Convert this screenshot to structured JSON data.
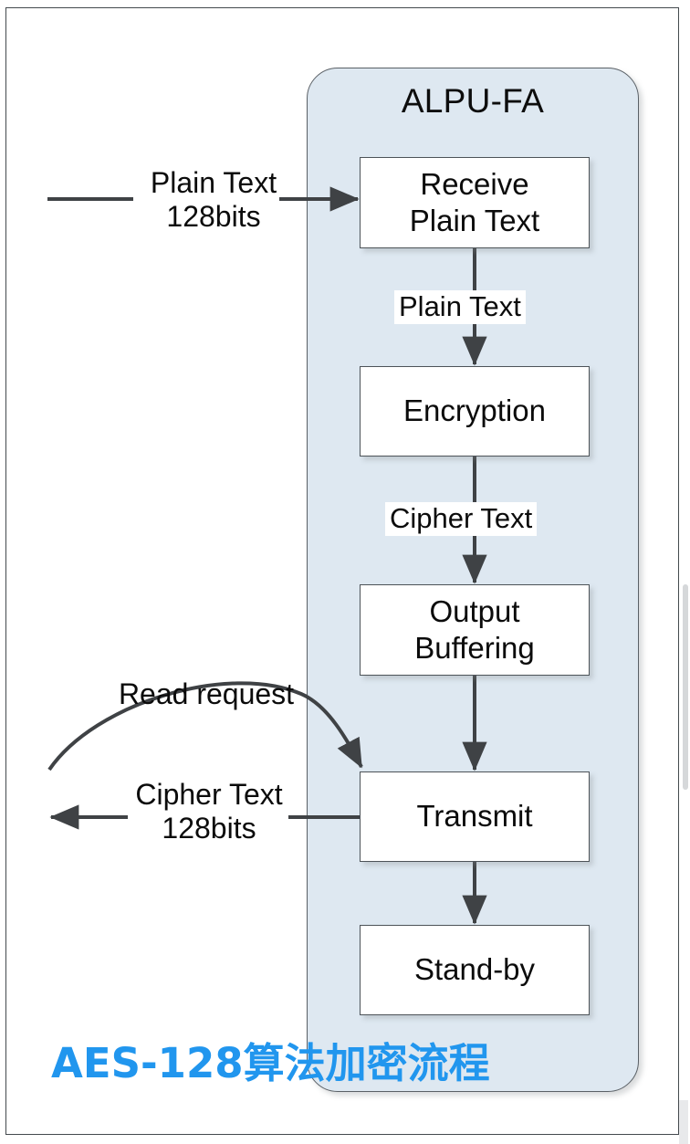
{
  "diagram": {
    "container": {
      "title": "ALPU-FA",
      "fill_color": "#dee8f1",
      "border_color": "#5a6066"
    },
    "caption": {
      "text": "AES-128算法加密流程",
      "color": "#2196ee"
    },
    "boxes": [
      {
        "id": "receive",
        "line1": "Receive",
        "line2": "Plain Text"
      },
      {
        "id": "encryption",
        "line1": "Encryption",
        "line2": ""
      },
      {
        "id": "output",
        "line1": "Output",
        "line2": "Buffering"
      },
      {
        "id": "transmit",
        "line1": "Transmit",
        "line2": ""
      },
      {
        "id": "standby",
        "line1": "Stand-by",
        "line2": ""
      }
    ],
    "edge_labels": {
      "plain_text": "Plain Text",
      "cipher_text": "Cipher Text"
    },
    "io_labels": {
      "input_line1": "Plain Text",
      "input_line2": "128bits",
      "read_request": "Read request",
      "output_line1": "Cipher Text",
      "output_line2": "128bits"
    },
    "arrow_color": "#3f4245"
  }
}
